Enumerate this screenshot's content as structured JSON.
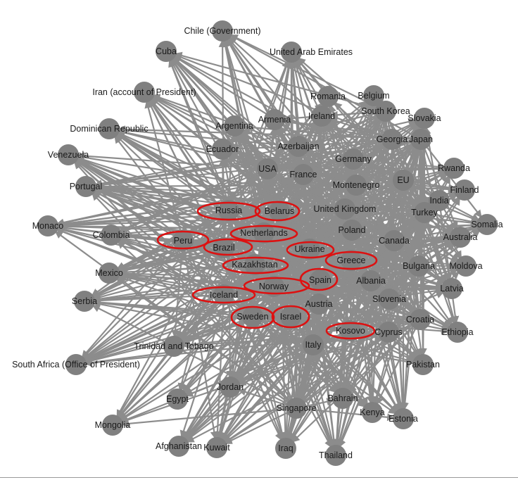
{
  "colors": {
    "edge": "#8c8c8c",
    "node": "#808080",
    "highlight": "#dd1111",
    "label": "#1a1a1a"
  },
  "nodes": [
    {
      "id": "chile",
      "label": "Chile (Government)"
    },
    {
      "id": "cuba",
      "label": "Cuba"
    },
    {
      "id": "uae",
      "label": "United Arab Emirates"
    },
    {
      "id": "iran",
      "label": "Iran (account of President)"
    },
    {
      "id": "romania",
      "label": "Romania"
    },
    {
      "id": "belgium",
      "label": "Belgium"
    },
    {
      "id": "southkorea",
      "label": "South Korea"
    },
    {
      "id": "slovakia",
      "label": "Slovakia"
    },
    {
      "id": "armenia",
      "label": "Armenia"
    },
    {
      "id": "ireland",
      "label": "Ireland"
    },
    {
      "id": "dominican",
      "label": "Dominican Republic"
    },
    {
      "id": "argentina",
      "label": "Argentina"
    },
    {
      "id": "georgia",
      "label": "Georgia"
    },
    {
      "id": "japan",
      "label": "Japan"
    },
    {
      "id": "venezuela",
      "label": "Venezuela"
    },
    {
      "id": "ecuador",
      "label": "Ecuador"
    },
    {
      "id": "azerbaijan",
      "label": "Azerbaijan"
    },
    {
      "id": "germany",
      "label": "Germany"
    },
    {
      "id": "usa",
      "label": "USA"
    },
    {
      "id": "france",
      "label": "France"
    },
    {
      "id": "rwanda",
      "label": "Rwanda"
    },
    {
      "id": "eu",
      "label": "EU"
    },
    {
      "id": "portugal",
      "label": "Portugal"
    },
    {
      "id": "montenegro",
      "label": "Montenegro"
    },
    {
      "id": "finland",
      "label": "Finland"
    },
    {
      "id": "india",
      "label": "India"
    },
    {
      "id": "russia",
      "label": "Russia"
    },
    {
      "id": "belarus",
      "label": "Belarus"
    },
    {
      "id": "uk",
      "label": "United Kingdom"
    },
    {
      "id": "turkey",
      "label": "Turkey"
    },
    {
      "id": "somalia",
      "label": "Somalia"
    },
    {
      "id": "monaco",
      "label": "Monaco"
    },
    {
      "id": "colombia",
      "label": "Colombia"
    },
    {
      "id": "netherlands",
      "label": "Netherlands"
    },
    {
      "id": "poland",
      "label": "Poland"
    },
    {
      "id": "australia",
      "label": "Australia"
    },
    {
      "id": "peru",
      "label": "Peru"
    },
    {
      "id": "brazil",
      "label": "Brazil"
    },
    {
      "id": "canada",
      "label": "Canada"
    },
    {
      "id": "ukraine",
      "label": "Ukraine"
    },
    {
      "id": "greece",
      "label": "Greece"
    },
    {
      "id": "kazakhstan",
      "label": "Kazakhstan"
    },
    {
      "id": "bulgaria",
      "label": "Bulgaria"
    },
    {
      "id": "moldova",
      "label": "Moldova"
    },
    {
      "id": "mexico",
      "label": "Mexico"
    },
    {
      "id": "spain",
      "label": "Spain"
    },
    {
      "id": "albania",
      "label": "Albania"
    },
    {
      "id": "norway",
      "label": "Norway"
    },
    {
      "id": "latvia",
      "label": "Latvia"
    },
    {
      "id": "serbia",
      "label": "Serbia"
    },
    {
      "id": "iceland",
      "label": "Iceland"
    },
    {
      "id": "slovenia",
      "label": "Slovenia"
    },
    {
      "id": "austria",
      "label": "Austria"
    },
    {
      "id": "sweden",
      "label": "Sweden"
    },
    {
      "id": "israel",
      "label": "Israel"
    },
    {
      "id": "croatia",
      "label": "Croatia"
    },
    {
      "id": "kosovo",
      "label": "Kosovo"
    },
    {
      "id": "cyprus",
      "label": "Cyprus"
    },
    {
      "id": "ethiopia",
      "label": "Ethiopia"
    },
    {
      "id": "trinidad",
      "label": "Trinidad and Tobago"
    },
    {
      "id": "italy",
      "label": "Italy"
    },
    {
      "id": "southafrica",
      "label": "South Africa (Office of President)"
    },
    {
      "id": "pakistan",
      "label": "Pakistan"
    },
    {
      "id": "jordan",
      "label": "Jordan"
    },
    {
      "id": "egypt",
      "label": "Egypt"
    },
    {
      "id": "bahrain",
      "label": "Bahrain"
    },
    {
      "id": "singapore",
      "label": "Singapore"
    },
    {
      "id": "kenya",
      "label": "Kenya"
    },
    {
      "id": "estonia",
      "label": "Estonia"
    },
    {
      "id": "mongolia",
      "label": "Mongolia"
    },
    {
      "id": "afghanistan",
      "label": "Afghanistan"
    },
    {
      "id": "kuwait",
      "label": "Kuwait"
    },
    {
      "id": "iraq",
      "label": "Iraq"
    },
    {
      "id": "thailand",
      "label": "Thailand"
    }
  ],
  "highlighted": [
    "russia",
    "belarus",
    "netherlands",
    "peru",
    "brazil",
    "ukraine",
    "greece",
    "kazakhstan",
    "spain",
    "norway",
    "iceland",
    "sweden",
    "israel",
    "kosovo"
  ]
}
